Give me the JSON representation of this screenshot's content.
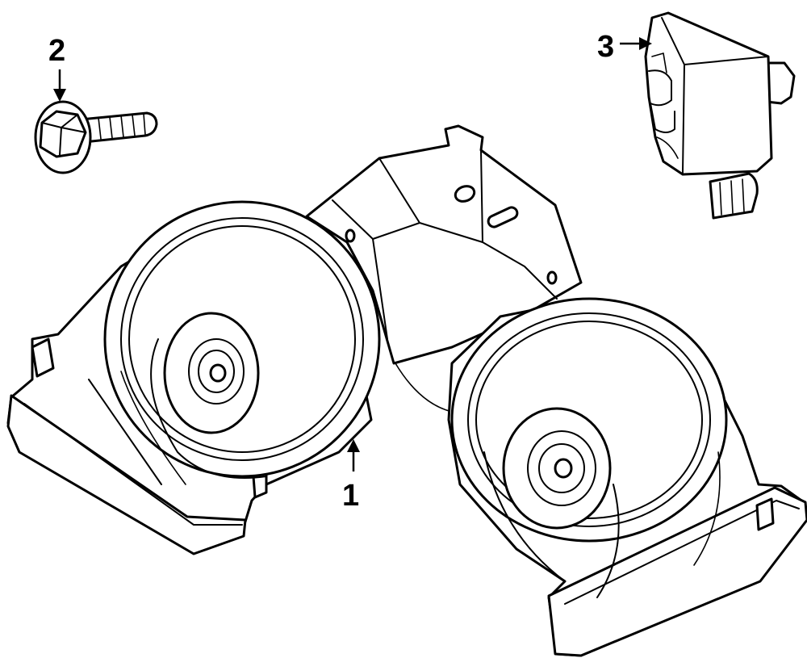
{
  "callouts": [
    {
      "id": "1",
      "label": "1"
    },
    {
      "id": "2",
      "label": "2"
    },
    {
      "id": "3",
      "label": "3"
    }
  ],
  "parts": [
    {
      "name": "horn-assembly",
      "callout": "1"
    },
    {
      "name": "bolt",
      "callout": "2"
    },
    {
      "name": "relay",
      "callout": "3"
    }
  ],
  "colors": {
    "line": "#000000",
    "background": "#ffffff"
  }
}
